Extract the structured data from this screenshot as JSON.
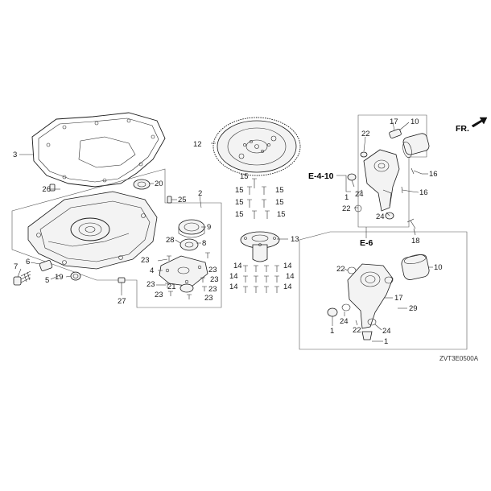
{
  "diagram": {
    "direction_marker": "FR.",
    "drawing_code": "ZVT3E0500A",
    "section_refs": [
      "E-4-10",
      "E-6"
    ],
    "callouts": {
      "c1a": "1",
      "c1b": "1",
      "c1c": "1",
      "c2": "2",
      "c3": "3",
      "c4": "4",
      "c5": "5",
      "c6": "6",
      "c7": "7",
      "c8": "8",
      "c9": "9",
      "c10a": "10",
      "c10b": "10",
      "c12": "12",
      "c13": "13",
      "c14_1": "14",
      "c14_2": "14",
      "c14_3": "14",
      "c14_4": "14",
      "c14_5": "14",
      "c14_6": "14",
      "c15_1": "15",
      "c15_2": "15",
      "c15_3": "15",
      "c15_4": "15",
      "c15_5": "15",
      "c15_6": "15",
      "c15_7": "15",
      "c16a": "16",
      "c16b": "16",
      "c17a": "17",
      "c17b": "17",
      "c18": "18",
      "c19": "19",
      "c20": "20",
      "c21": "21",
      "c22a": "22",
      "c22b": "22",
      "c22c": "22",
      "c22d": "22",
      "c23_1": "23",
      "c23_2": "23",
      "c23_3": "23",
      "c23_4": "23",
      "c23_5": "23",
      "c23_6": "23",
      "c23_7": "23",
      "c24a": "24",
      "c24b": "24",
      "c24c": "24",
      "c24d": "24",
      "c25": "25",
      "c26": "26",
      "c27": "27",
      "c28": "28",
      "c29": "29"
    }
  }
}
